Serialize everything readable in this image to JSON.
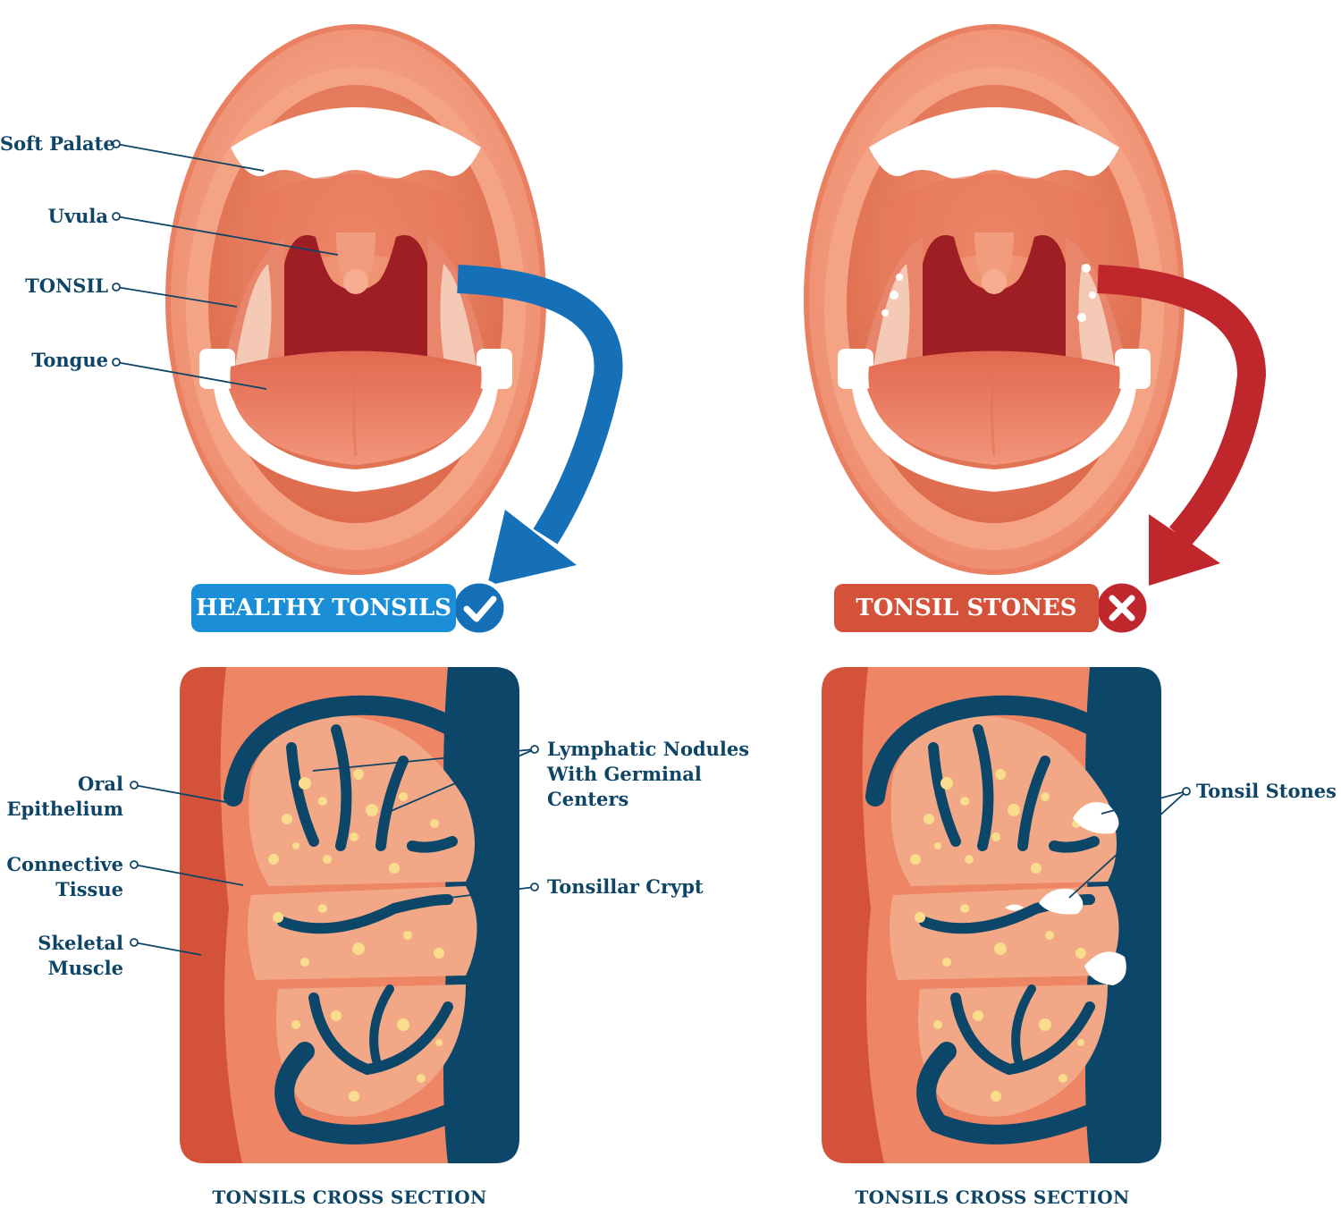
{
  "labels": {
    "soft_palate": "Soft Palate",
    "uvula": "Uvula",
    "tonsil": "TONSIL",
    "tongue": "Tongue",
    "oral_epithelium_1": "Oral",
    "oral_epithelium_2": "Epithelium",
    "connective_tissue_1": "Connective",
    "connective_tissue_2": "Tissue",
    "skeletal_muscle_1": "Skeletal",
    "skeletal_muscle_2": "Muscle",
    "lymphatic_1": "Lymphatic Nodules",
    "lymphatic_2": "With Germinal",
    "lymphatic_3": "Centers",
    "tonsillar_crypt": "Tonsillar Crypt",
    "tonsil_stones": "Tonsil Stones"
  },
  "banners": {
    "healthy": "HEALTHY TONSILS",
    "stones": "TONSIL STONES"
  },
  "captions": {
    "left": "TONSILS CROSS SECTION",
    "right": "TONSILS CROSS SECTION"
  },
  "colors": {
    "navy": "#0e4566",
    "healthy_blue": "#1a8fd8",
    "arrow_blue": "#1570b8",
    "stones_red": "#d5523a",
    "arrow_red": "#c0272d"
  }
}
